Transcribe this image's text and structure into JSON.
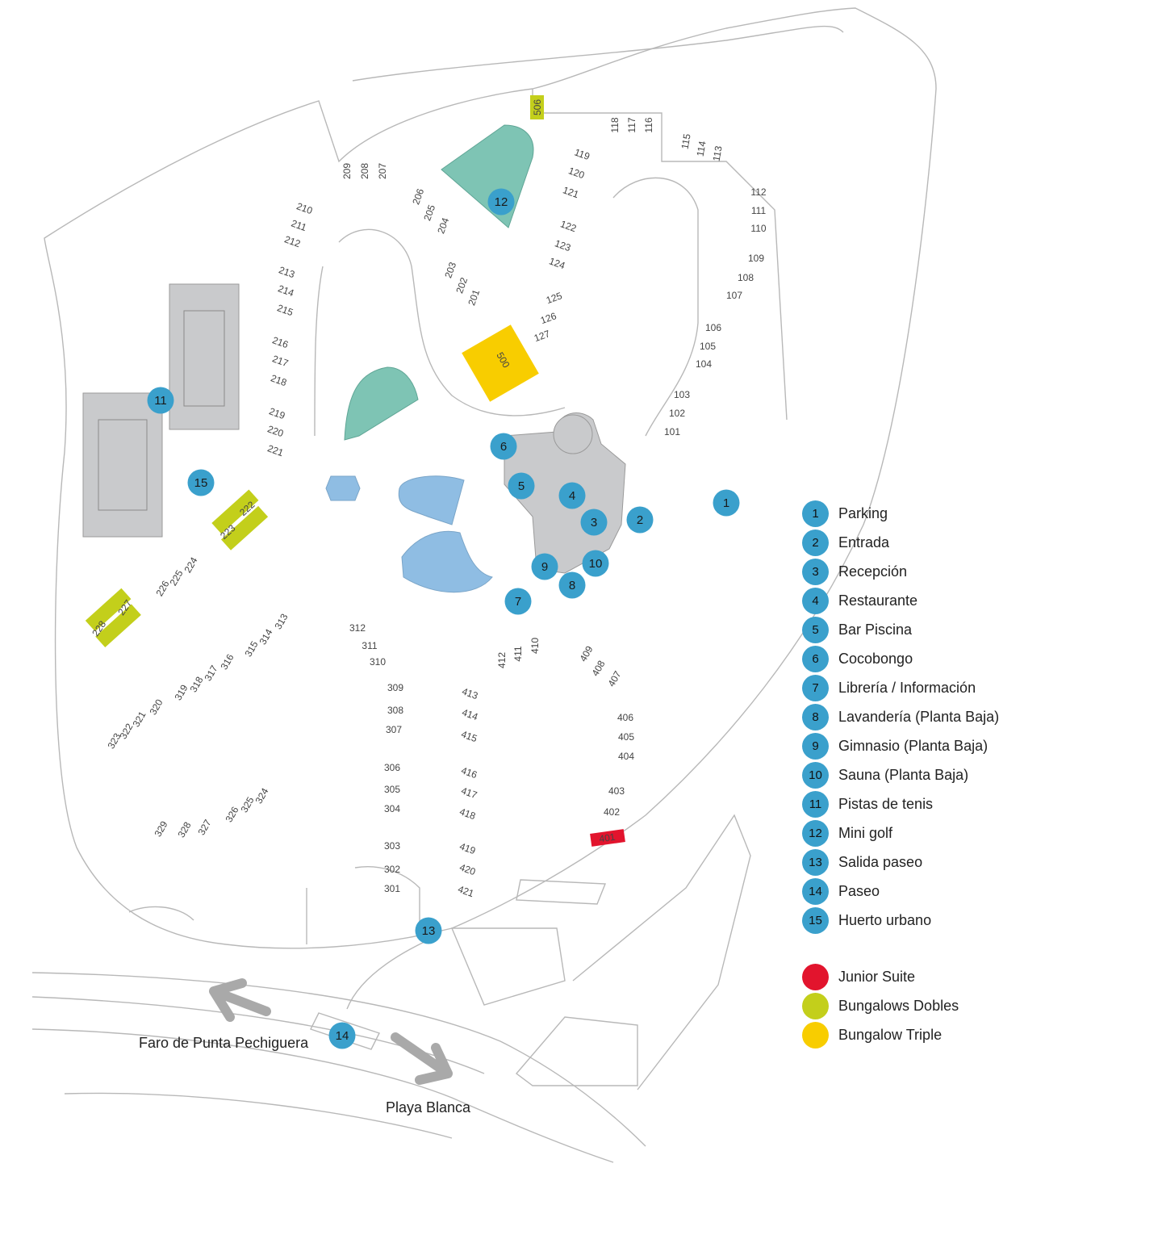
{
  "colors": {
    "marker": "#3aa0cc",
    "building": "#c9cacc",
    "pool": "#8fbde3",
    "minigolf": "#7ec4b4",
    "junior_suite": "#e2142d",
    "bungalow_doble": "#c3cf1b",
    "bungalow_triple": "#f8cd00",
    "outline": "#b8b8b8"
  },
  "markers": [
    {
      "num": "1"
    },
    {
      "num": "2"
    },
    {
      "num": "3"
    },
    {
      "num": "4"
    },
    {
      "num": "5"
    },
    {
      "num": "6"
    },
    {
      "num": "7"
    },
    {
      "num": "8"
    },
    {
      "num": "9"
    },
    {
      "num": "10"
    },
    {
      "num": "11"
    },
    {
      "num": "12"
    },
    {
      "num": "13"
    },
    {
      "num": "14"
    },
    {
      "num": "15"
    }
  ],
  "legend": [
    {
      "num": "1",
      "label": "Parking"
    },
    {
      "num": "2",
      "label": "Entrada"
    },
    {
      "num": "3",
      "label": "Recepción"
    },
    {
      "num": "4",
      "label": "Restaurante"
    },
    {
      "num": "5",
      "label": "Bar Piscina"
    },
    {
      "num": "6",
      "label": "Cocobongo"
    },
    {
      "num": "7",
      "label": "Librería / Información"
    },
    {
      "num": "8",
      "label": "Lavandería (Planta Baja)"
    },
    {
      "num": "9",
      "label": "Gimnasio (Planta Baja)"
    },
    {
      "num": "10",
      "label": "Sauna (Planta Baja)"
    },
    {
      "num": "11",
      "label": "Pistas de tenis"
    },
    {
      "num": "12",
      "label": "Mini golf"
    },
    {
      "num": "13",
      "label": "Salida paseo"
    },
    {
      "num": "14",
      "label": "Paseo"
    },
    {
      "num": "15",
      "label": "Huerto urbano"
    }
  ],
  "legend_types": [
    {
      "label": "Junior Suite",
      "color": "#e2142d"
    },
    {
      "label": "Bungalows Dobles",
      "color": "#c3cf1b"
    },
    {
      "label": "Bungalow Triple",
      "color": "#f8cd00"
    }
  ],
  "directions": {
    "west": "Faro de Punta Pechiguera",
    "east": "Playa Blanca"
  },
  "units": [
    "101",
    "102",
    "103",
    "104",
    "105",
    "106",
    "107",
    "108",
    "109",
    "110",
    "111",
    "112",
    "113",
    "114",
    "115",
    "116",
    "117",
    "118",
    "119",
    "120",
    "121",
    "122",
    "123",
    "124",
    "125",
    "126",
    "127",
    "201",
    "202",
    "203",
    "204",
    "205",
    "206",
    "207",
    "208",
    "209",
    "210",
    "211",
    "212",
    "213",
    "214",
    "215",
    "216",
    "217",
    "218",
    "219",
    "220",
    "221",
    "222",
    "223",
    "224",
    "225",
    "226",
    "227",
    "228",
    "301",
    "302",
    "303",
    "304",
    "305",
    "306",
    "307",
    "308",
    "309",
    "310",
    "311",
    "312",
    "313",
    "314",
    "315",
    "316",
    "317",
    "318",
    "319",
    "320",
    "321",
    "322",
    "323",
    "324",
    "325",
    "326",
    "327",
    "328",
    "329",
    "401",
    "402",
    "403",
    "404",
    "405",
    "406",
    "407",
    "408",
    "409",
    "410",
    "411",
    "412",
    "413",
    "414",
    "415",
    "416",
    "417",
    "418",
    "419",
    "420",
    "421",
    "500",
    "506"
  ]
}
